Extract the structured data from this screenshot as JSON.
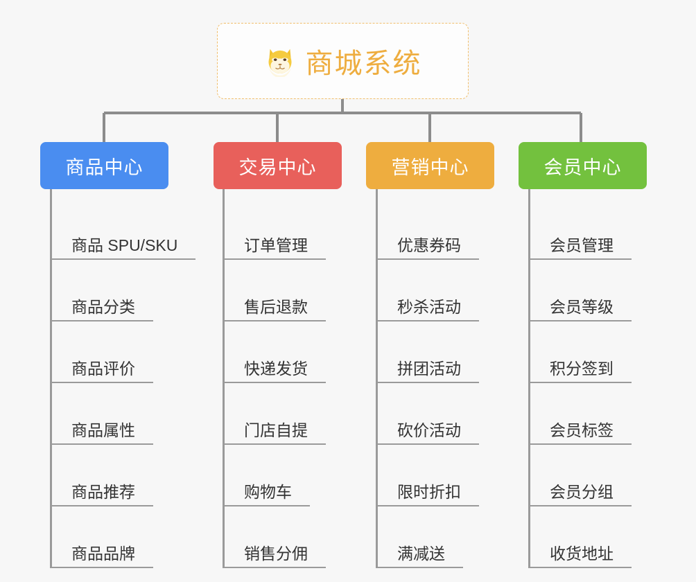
{
  "diagram": {
    "type": "mind-map",
    "background_color": "#f7f7f7",
    "root": {
      "title": "商城系统",
      "icon": "dog-face-emoji",
      "text_color": "#eead3f",
      "border_color": "#f0bd6a",
      "background_color": "#fdfdfd"
    },
    "connector_color": "#8c8c8c",
    "branches": [
      {
        "label": "商品中心",
        "color": "#4a8df0",
        "rail_color": "#9a9a9a",
        "items": [
          "商品 SPU/SKU",
          "商品分类",
          "商品评价",
          "商品属性",
          "商品推荐",
          "商品品牌"
        ]
      },
      {
        "label": "交易中心",
        "color": "#e8605b",
        "rail_color": "#9a9a9a",
        "items": [
          "订单管理",
          "售后退款",
          "快递发货",
          "门店自提",
          "购物车",
          "销售分佣"
        ]
      },
      {
        "label": "营销中心",
        "color": "#eead3f",
        "rail_color": "#9a9a9a",
        "items": [
          "优惠券码",
          "秒杀活动",
          "拼团活动",
          "砍价活动",
          "限时折扣",
          "满减送"
        ]
      },
      {
        "label": "会员中心",
        "color": "#73c13e",
        "rail_color": "#9a9a9a",
        "items": [
          "会员管理",
          "会员等级",
          "积分签到",
          "会员标签",
          "会员分组",
          "收货地址"
        ]
      }
    ]
  }
}
